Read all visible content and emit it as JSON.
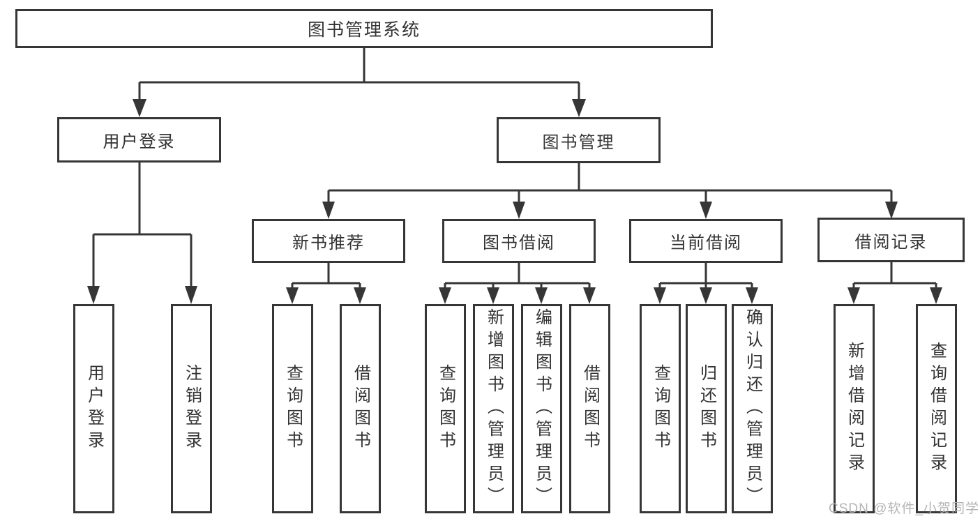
{
  "diagram": {
    "title": "图书管理系统",
    "root": {
      "label": "图书管理系统"
    },
    "level2": [
      {
        "label": "用户登录",
        "children": [
          {
            "label": "用户登录"
          },
          {
            "label": "注销登录"
          }
        ]
      },
      {
        "label": "图书管理",
        "children": [
          {
            "label": "新书推荐",
            "children": [
              {
                "label": "查询图书"
              },
              {
                "label": "借阅图书"
              }
            ]
          },
          {
            "label": "图书借阅",
            "children": [
              {
                "label": "查询图书"
              },
              {
                "label": "新增图书（管理员）"
              },
              {
                "label": "编辑图书（管理员）"
              },
              {
                "label": "借阅图书"
              }
            ]
          },
          {
            "label": "当前借阅",
            "children": [
              {
                "label": "查询图书"
              },
              {
                "label": "归还图书"
              },
              {
                "label": "确认归还（管理员）"
              }
            ]
          },
          {
            "label": "借阅记录",
            "children": [
              {
                "label": "新增借阅记录"
              },
              {
                "label": "查询借阅记录"
              }
            ]
          }
        ]
      }
    ]
  },
  "watermark": {
    "text": "CSDN @软件_小贺同学"
  },
  "colors": {
    "line": "#363636",
    "box_border": "#363636",
    "box_fill": "#ffffff",
    "text": "#333333",
    "watermark": "#b4b4b4",
    "background": "#ffffff"
  }
}
